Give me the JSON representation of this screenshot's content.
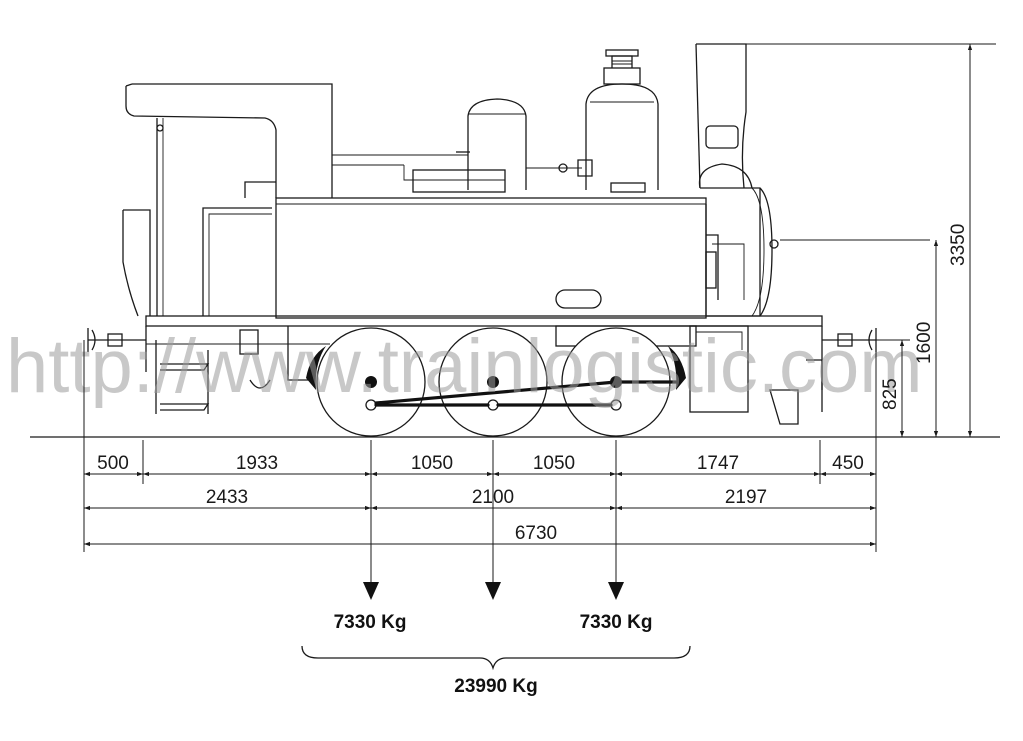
{
  "watermark": "http://www.trainlogistic.com",
  "horizontal_dimensions": {
    "row1": [
      "500",
      "1933",
      "1050",
      "1050",
      "1747",
      "450"
    ],
    "row2": [
      "2433",
      "2100",
      "2197"
    ],
    "row3": [
      "6730"
    ]
  },
  "vertical_dimensions": [
    "825",
    "1600",
    "3350"
  ],
  "axle_loads": [
    "7330 Kg",
    "7330 Kg"
  ],
  "total_weight": "23990 Kg"
}
